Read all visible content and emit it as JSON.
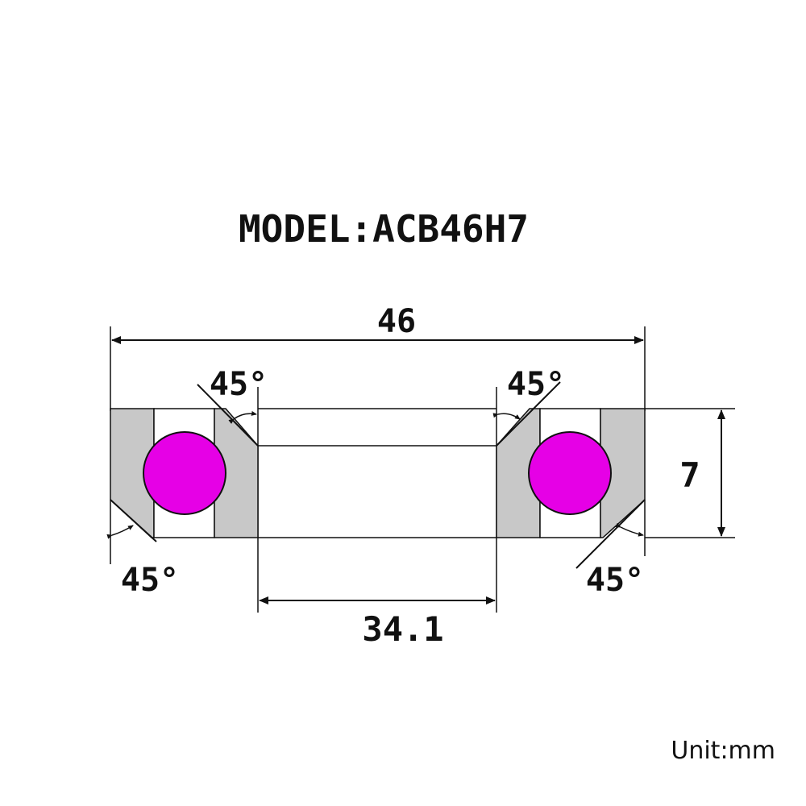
{
  "title": "MODEL:ACB46H7",
  "dimensions": {
    "outer_diameter": "46",
    "inner_diameter": "34.1",
    "height": "7"
  },
  "angles": {
    "top_left": "45°",
    "top_right": "45°",
    "bottom_left": "45°",
    "bottom_right": "45°"
  },
  "unit": "Unit:mm",
  "colors": {
    "ball": "#e600e6",
    "race": "#c8c8c8",
    "outline": "#111111"
  }
}
